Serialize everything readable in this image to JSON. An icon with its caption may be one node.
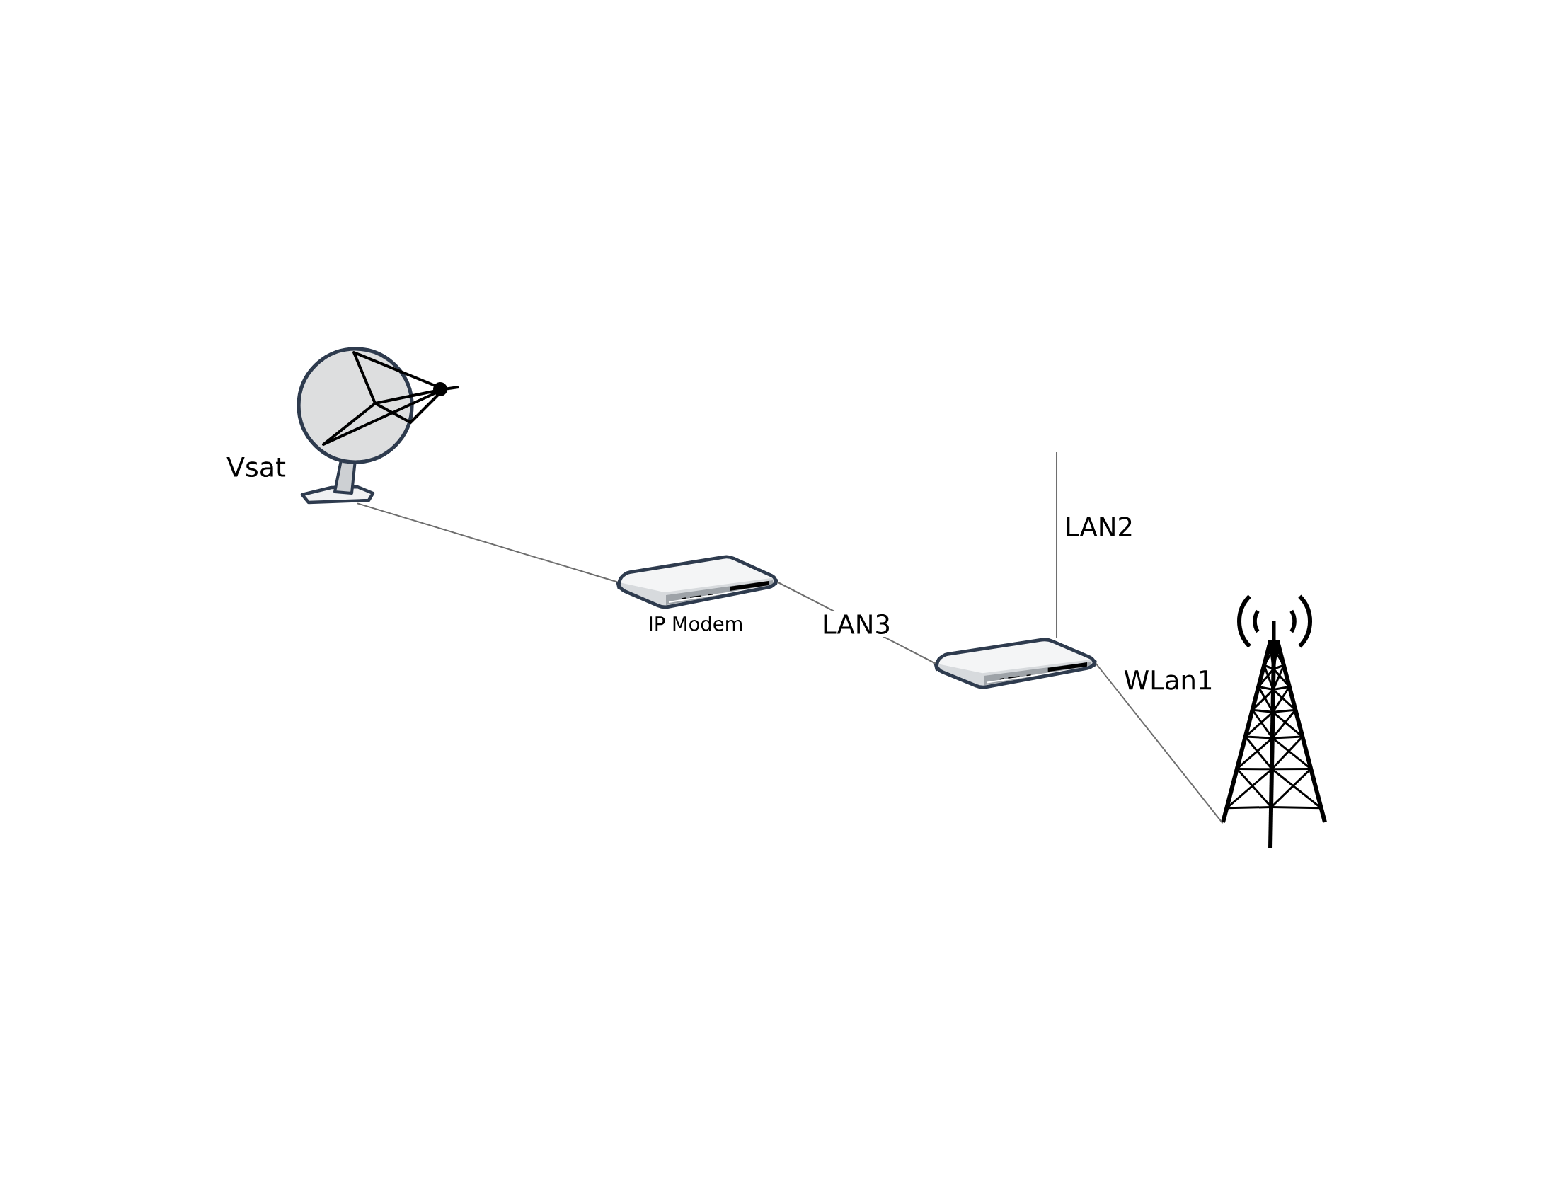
{
  "diagram": {
    "nodes": [
      {
        "text": [
          "Vsat"
        ]
      },
      {
        "text": [
          "IP Modem"
        ]
      },
      {
        "text": [],
        "shape": "picture"
      },
      {
        "text": [],
        "shape": "picture"
      }
    ],
    "edges": [
      {
        "from": 0,
        "to": 1,
        "arrow": "none"
      },
      {
        "from": 1,
        "to": 2,
        "arrow": "none",
        "label": "LAN3"
      },
      {
        "from": 2,
        "to": null,
        "arrow": "none",
        "label": "LAN2"
      },
      {
        "from": 2,
        "to": 3,
        "arrow": "none",
        "label": "WLan1"
      }
    ]
  }
}
